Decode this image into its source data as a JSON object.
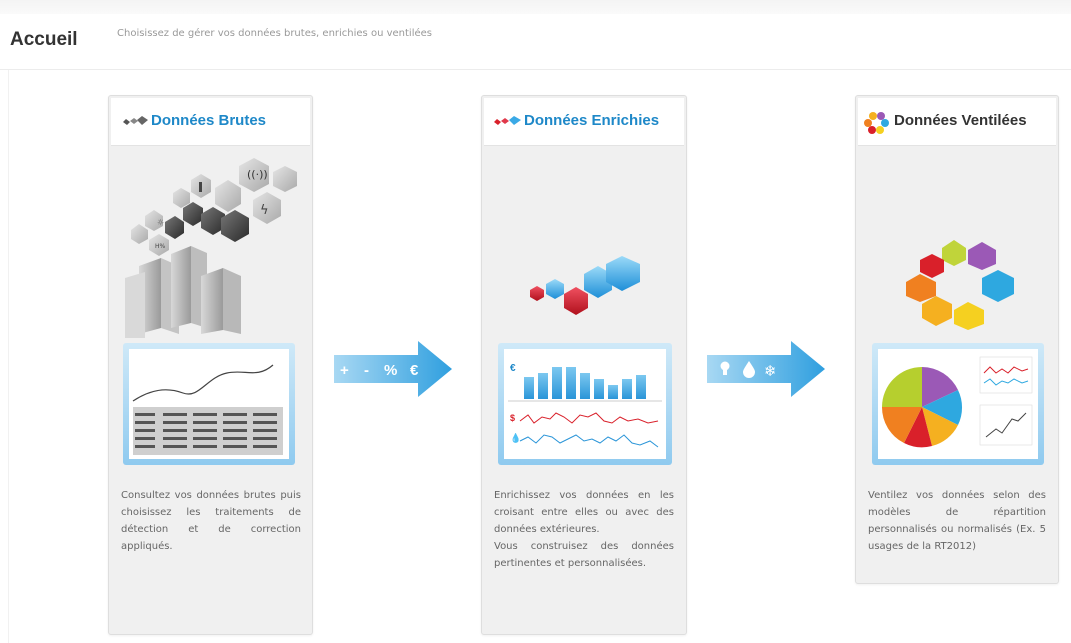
{
  "header": {
    "title": "Accueil",
    "subtitle": "Choisissez de gérer vos données brutes, enrichies ou ventilées"
  },
  "cards": [
    {
      "title": "Données Brutes",
      "description": "Consultez vos données brutes puis choisissez les traitements de détection et de correction appliqués."
    },
    {
      "title": "Données Enrichies",
      "description_1": "Enrichissez vos données en les croisant entre elles ou avec des données extérieures.",
      "description_2": "Vous construisez des données pertinentes et personnalisées."
    },
    {
      "title": "Données Ventilées",
      "description": "Ventilez vos données selon des modèles de répartition personnalisés ou normalisés (Ex. 5 usages de la RT2012)"
    }
  ],
  "arrows": [
    {
      "symbols": [
        "+",
        "-",
        "%",
        "€"
      ]
    },
    {
      "symbols": [
        "lightbulb",
        "water-drop",
        "snowflake"
      ]
    }
  ],
  "colors": {
    "accent_blue": "#1e88c8",
    "arrow_blue": "#45b0e6",
    "card_bg": "#f0f0f0"
  }
}
